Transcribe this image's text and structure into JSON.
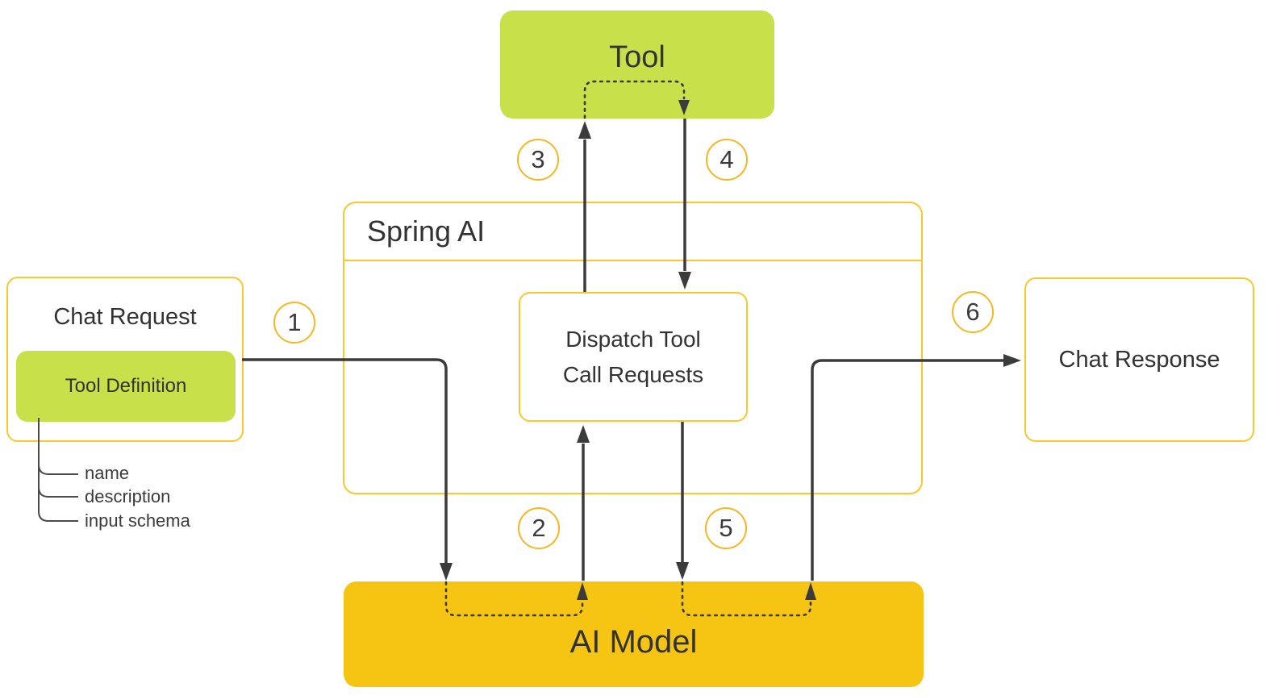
{
  "colors": {
    "green_fill": "#c8e04a",
    "gold_fill": "#f6c513",
    "gold_border": "#f8c831",
    "circle_border": "#f2b826",
    "line_color": "#3b3b3b",
    "text_color": "#333333",
    "bg": "#ffffff"
  },
  "nodes": {
    "tool": {
      "label": "Tool"
    },
    "spring_ai": {
      "label": "Spring AI"
    },
    "dispatch": {
      "label": "Dispatch Tool\nCall Requests"
    },
    "chat_request": {
      "label": "Chat Request"
    },
    "tool_definition": {
      "label": "Tool Definition"
    },
    "chat_response": {
      "label": "Chat Response"
    },
    "ai_model": {
      "label": "AI Model"
    }
  },
  "tool_definition_fields": [
    "name",
    "description",
    "input schema"
  ],
  "steps": [
    "1",
    "2",
    "3",
    "4",
    "5",
    "6"
  ]
}
